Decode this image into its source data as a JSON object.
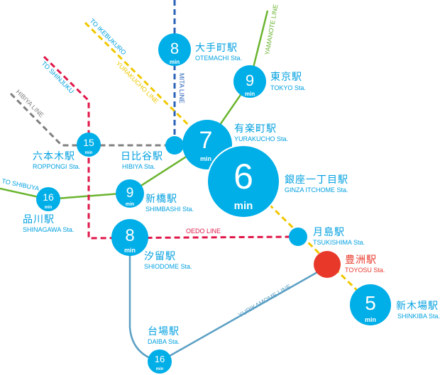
{
  "colors": {
    "station": "#00aee8",
    "destination": "#e8382a",
    "mita": "#2a62b8",
    "yurakucho": "#f0c800",
    "yamanote": "#6ab42e",
    "oedo": "#e0184a",
    "hibiya": "#808080",
    "yurikamome": "#5a9fc4"
  },
  "unit": "min",
  "stations": {
    "otemachi": {
      "jp": "大手町駅",
      "en": "OTEMACHI Sta.",
      "min": "8"
    },
    "tokyo": {
      "jp": "東京駅",
      "en": "TOKYO Sta.",
      "min": "9"
    },
    "yurakucho": {
      "jp": "有楽町駅",
      "en": "YURAKUCHO Sta.",
      "min": "7"
    },
    "ginza": {
      "jp": "銀座一丁目駅",
      "en": "GINZA ITCHOME Sta.",
      "min": "6"
    },
    "tsukishima": {
      "jp": "月島駅",
      "en": "TSUKISHIMA Sta."
    },
    "toyosu": {
      "jp": "豊洲駅",
      "en": "TOYOSU Sta."
    },
    "shinkiba": {
      "jp": "新木場駅",
      "en": "SHINKIBA Sta.",
      "min": "5"
    },
    "roppongi": {
      "jp": "六本木駅",
      "en": "ROPPONGI Sta.",
      "min": "15"
    },
    "hibiya": {
      "jp": "日比谷駅",
      "en": "HIBIYA Sta."
    },
    "shimbashi": {
      "jp": "新橋駅",
      "en": "SHIMBASHI Sta.",
      "min": "9"
    },
    "shinagawa": {
      "jp": "品川駅",
      "en": "SHINAGAWA Sta.",
      "min": "16"
    },
    "shiodome": {
      "jp": "汐留駅",
      "en": "SHIODOME Sta.",
      "min": "8"
    },
    "daiba": {
      "jp": "台場駅",
      "en": "DAIBA Sta.",
      "min": "16"
    }
  },
  "lines": {
    "oedo": "OEDO LINE",
    "mita": "MITA LINE",
    "yurakucho": "YURAKUCHO LINE",
    "yamanote": "YAMANOTE LINE",
    "hibiya": "HIBIYA LINE",
    "yurikamome": "YURIKAMOME LINE",
    "to_shibuya": "TO SHIBUYA",
    "to_shinjuku": "TO SHINJUKU",
    "to_ikebukuro": "TO IKEBUKURO"
  }
}
